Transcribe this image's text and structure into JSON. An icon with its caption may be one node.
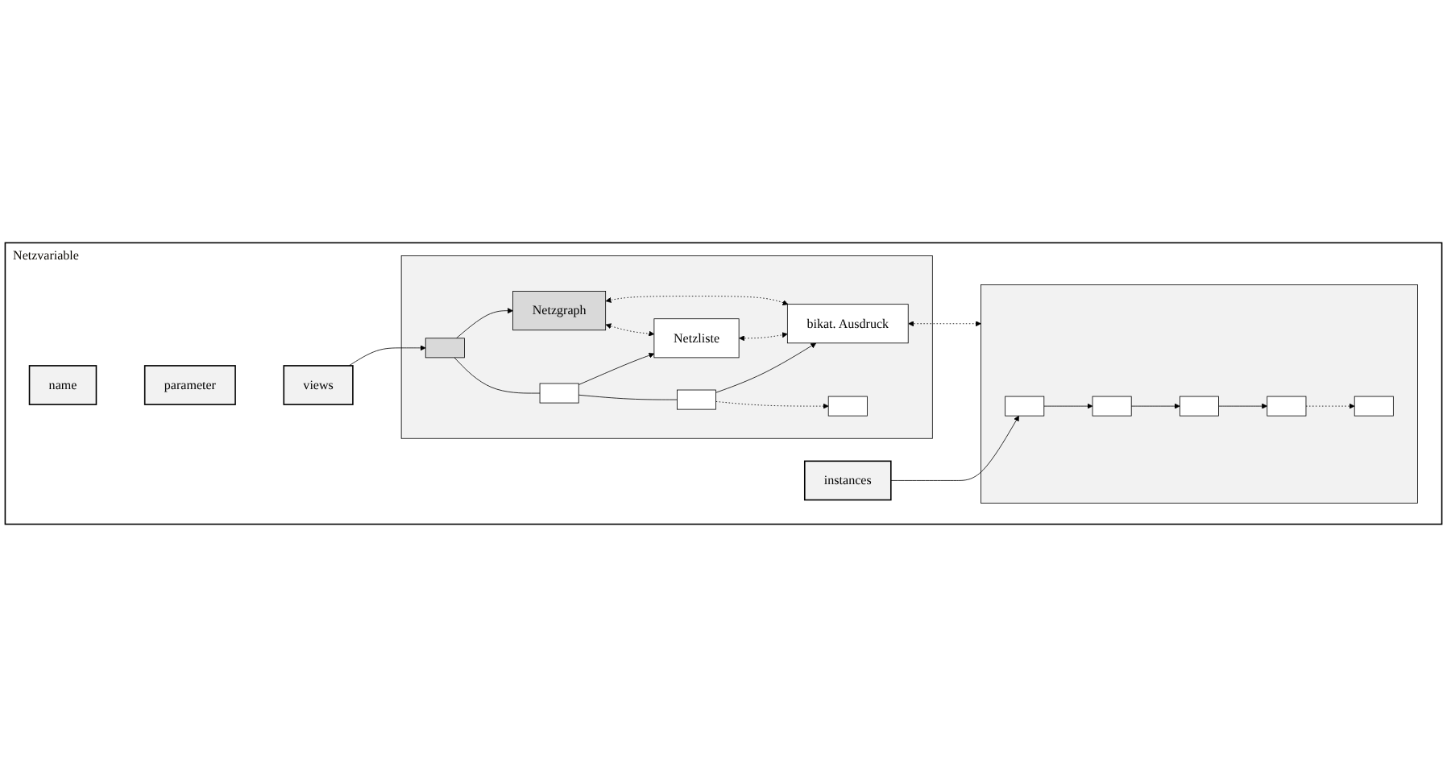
{
  "diagram": {
    "nodes": [
      {
        "text": [
          "Netzvariable"
        ]
      },
      {
        "text": [
          "name"
        ],
        "in": 0
      },
      {
        "text": [
          "parameter"
        ],
        "in": 0
      },
      {
        "text": [
          "views"
        ],
        "in": 0
      },
      {
        "text": [
          "instances"
        ],
        "in": 0
      },
      {
        "text": [],
        "shape": "box",
        "in": 0
      },
      {
        "text": [],
        "shape": "box",
        "in": 5
      },
      {
        "text": [],
        "shape": "box",
        "in": 5
      },
      {
        "text": [],
        "shape": "box",
        "in": 5
      },
      {
        "text": [],
        "shape": "box",
        "in": 5
      },
      {
        "text": [
          "Netzgraph"
        ],
        "in": 5
      },
      {
        "text": [
          "Netzliste"
        ],
        "in": 5
      },
      {
        "text": [
          "bikat. Ausdruck"
        ],
        "in": 5
      },
      {
        "text": [],
        "shape": "box",
        "in": 0
      },
      {
        "text": [],
        "shape": "box",
        "in": 13
      },
      {
        "text": [],
        "shape": "box",
        "in": 13
      },
      {
        "text": [],
        "shape": "box",
        "in": 13
      },
      {
        "text": [],
        "shape": "box",
        "in": 13
      },
      {
        "text": [],
        "shape": "box",
        "in": 13
      }
    ],
    "edges": [
      {
        "from": 3,
        "to": 6,
        "arrow": "to"
      },
      {
        "from": 6,
        "to": 10,
        "arrow": "to"
      },
      {
        "from": 7,
        "to": 11,
        "arrow": "to"
      },
      {
        "from": 8,
        "to": 12,
        "arrow": "to"
      },
      {
        "from": 6,
        "to": 7,
        "arrow": "none"
      },
      {
        "from": 7,
        "to": 8,
        "arrow": "none"
      },
      {
        "from": 8,
        "to": 9,
        "arrow": "to",
        "style": "dashed"
      },
      {
        "from": 10,
        "to": 11,
        "arrow": "both",
        "style": "dashed"
      },
      {
        "from": 11,
        "to": 12,
        "arrow": "both",
        "style": "dashed"
      },
      {
        "from": 10,
        "to": 12,
        "arrow": "both",
        "style": "dashed"
      },
      {
        "from": 12,
        "to": 13,
        "arrow": "both",
        "style": "dashed"
      },
      {
        "from": 4,
        "to": 14,
        "arrow": "to"
      },
      {
        "from": 14,
        "to": 15,
        "arrow": "to"
      },
      {
        "from": 15,
        "to": 16,
        "arrow": "to"
      },
      {
        "from": 16,
        "to": 17,
        "arrow": "to"
      },
      {
        "from": 17,
        "to": 18,
        "arrow": "to",
        "style": "dashed"
      }
    ]
  }
}
